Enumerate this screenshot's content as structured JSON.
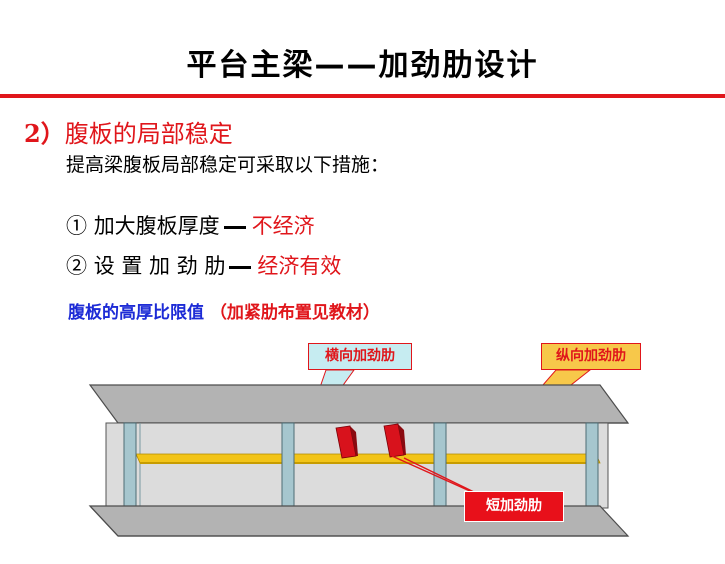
{
  "title": "平台主梁——加劲肋设计",
  "section": {
    "number": "2）",
    "heading": "腹板的局部稳定"
  },
  "intro": "提高梁腹板局部稳定可采取以下措施：",
  "measures": [
    {
      "marker": "①",
      "text": "加大腹板厚度",
      "verdict": "不经济"
    },
    {
      "marker": "②",
      "text": "设 置 加 劲 肋",
      "verdict": "经济有效"
    }
  ],
  "note": {
    "text": "腹板的高厚比限值",
    "paren": "（加紧肋布置见教材）"
  },
  "callouts": {
    "transverse": "横向加劲肋",
    "longitudinal": "纵向加劲肋",
    "short": "短加劲肋"
  },
  "colors": {
    "accent_red": "#e0161b",
    "note_blue": "#1d2bd6",
    "flange_gray": "#a9a9a9",
    "web_gray": "#d8d8d8",
    "rib_steel": "#9fc0c8",
    "longitudinal_yellow": "#f2c418",
    "short_rib_red": "#d8121c"
  }
}
